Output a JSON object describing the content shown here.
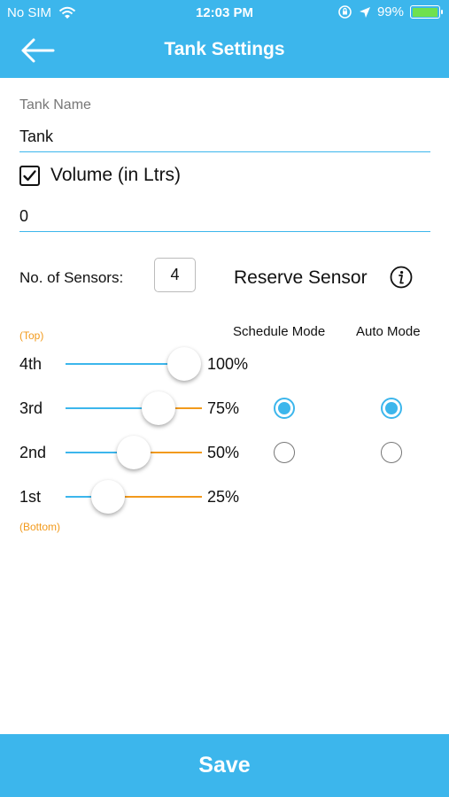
{
  "status_bar": {
    "carrier": "No SIM",
    "time": "12:03 PM",
    "battery": "99%",
    "battery_level": 0.99
  },
  "header": {
    "title": "Tank Settings"
  },
  "tank_name": {
    "label": "Tank Name",
    "value": "Tank"
  },
  "volume": {
    "checked": true,
    "label": "Volume (in Ltrs)",
    "value": "0"
  },
  "sensors": {
    "label": "No. of Sensors:",
    "value": "4"
  },
  "reserve": {
    "label": "Reserve Sensor"
  },
  "columns": {
    "top": "(Top)",
    "bottom": "(Bottom)",
    "schedule": "Schedule Mode",
    "auto": "Auto Mode"
  },
  "levels": [
    {
      "name": "4th",
      "percent": "100%",
      "value": 100
    },
    {
      "name": "3rd",
      "percent": "75%",
      "value": 75,
      "schedule_selected": true,
      "auto_selected": true
    },
    {
      "name": "2nd",
      "percent": "50%",
      "value": 50,
      "schedule_selected": false,
      "auto_selected": false
    },
    {
      "name": "1st",
      "percent": "25%",
      "value": 25
    }
  ],
  "save_label": "Save",
  "colors": {
    "primary": "#3cb6ec",
    "accent": "#f29a1c"
  }
}
